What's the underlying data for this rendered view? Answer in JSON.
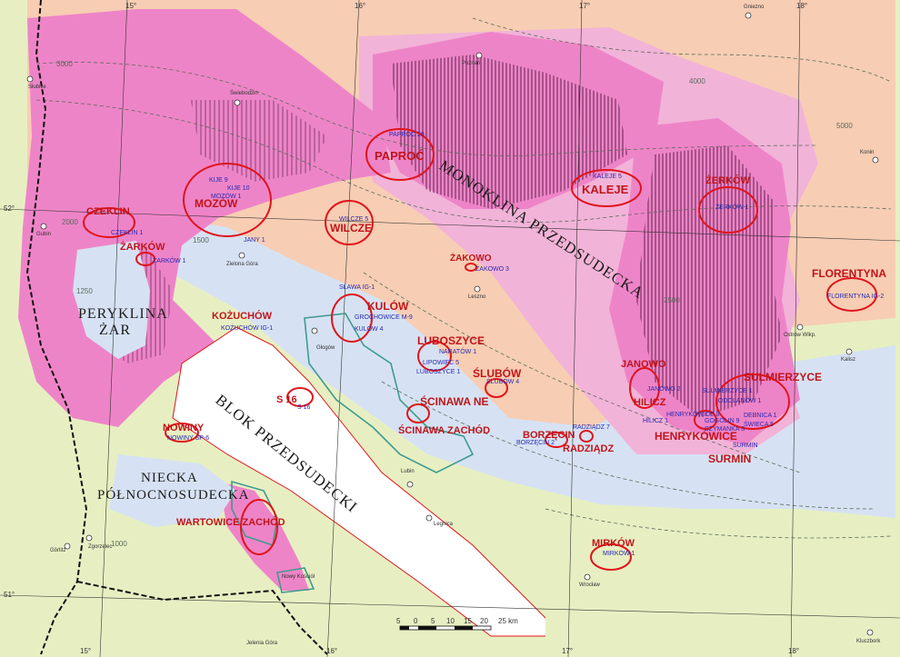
{
  "regions": [
    {
      "id": "monoklina",
      "text": "MONOKLINA PRZEDSUDECKA"
    },
    {
      "id": "blok",
      "text": "BLOK PRZEDSUDECKI"
    },
    {
      "id": "peryklina1",
      "text": "PERYKLINA"
    },
    {
      "id": "peryklina2",
      "text": "ŻAR"
    },
    {
      "id": "niecka1",
      "text": "NIECKA"
    },
    {
      "id": "niecka2",
      "text": "PÓŁNOCNOSUDECKA"
    }
  ],
  "fields": [
    {
      "name": "CZEKLIN",
      "well": "CZEKLIN 1"
    },
    {
      "name": "ŻARKÓW",
      "well": "ŻARKÓW 1"
    },
    {
      "name": "MOZÓW",
      "well": "MOZÓW 1"
    },
    {
      "name": "WILCZE",
      "well": "WILCZE 5"
    },
    {
      "name": "PAPROĆ",
      "well": "PAPROĆ 28"
    },
    {
      "name": "KALEJE",
      "well": "KALEJE 5"
    },
    {
      "name": "ŻERKÓW",
      "well": "ŻERKÓW 1"
    },
    {
      "name": "FLORENTYNA",
      "well": "FLORENTYNA IG-2"
    },
    {
      "name": "ŻAKOWO",
      "well": "ŻAKOWO 3"
    },
    {
      "name": "KOŻUCHÓW",
      "well": "KOŻUCHÓW IG-1"
    },
    {
      "name": "KULÓW",
      "well": "KULÓW 4"
    },
    {
      "name": "LUBOSZYCE",
      "well": "LUBOSZYCE 1"
    },
    {
      "name": "ŚLUBÓW",
      "well": "ŚLUBÓW 4"
    },
    {
      "name": "ŚCINAWA NE",
      "well": ""
    },
    {
      "name": "ŚCINAWA ZACHÓD",
      "well": ""
    },
    {
      "name": "JANOWO",
      "well": "JANOWO 2"
    },
    {
      "name": "HILICZ",
      "well": "HILICZ 1"
    },
    {
      "name": "SULMIERZYCE",
      "well": "SULMIERZYCE 1"
    },
    {
      "name": "HENRYKÓWICE",
      "well": "HENRYKÓWICE 8"
    },
    {
      "name": "SURMIN",
      "well": "SURMIN"
    },
    {
      "name": "BORZĘCIN",
      "well": "BORZĘCIN 2"
    },
    {
      "name": "RADZIĄDZ",
      "well": "RADZIĄDZ 7"
    },
    {
      "name": "S 16",
      "well": "S 16"
    },
    {
      "name": "NOWINY",
      "well": "NOWINY SP-6"
    },
    {
      "name": "WARTOWICE ZACHÓD",
      "well": ""
    },
    {
      "name": "MIRKÓW",
      "well": "MIRKÓW 1"
    }
  ],
  "wells_extra": [
    "KIJE 9",
    "KIJE 10",
    "JANY 1",
    "SŁAWA IG-1",
    "GROCHOWICE M-9",
    "NARATÓW 1",
    "LIPOWIEC 5",
    "ODOLANÓW 1",
    "DEBNICA 1",
    "ŚWIECA 5",
    "GOGOLIN 9",
    "SZYMANKA 3"
  ],
  "towns": [
    "Gniezno",
    "Poznań",
    "Konin",
    "Słubice",
    "Świebodzin",
    "Gubin",
    "Zielona Góra",
    "Leszno",
    "Ostrów Wlkp.",
    "Kalisz",
    "Głogów",
    "Lubin",
    "Legnica",
    "Wrocław",
    "Zgorzelec",
    "Görlitz",
    "Jelenia Góra",
    "Kluczbork",
    "Nowy Kościół"
  ],
  "coordinates": {
    "lon": [
      "15°",
      "16°",
      "17°",
      "18°"
    ],
    "lat": [
      "52°",
      "51°"
    ]
  },
  "isolines": [
    "3000",
    "2000",
    "1500",
    "1250",
    "1000",
    "4000",
    "5000",
    "2500"
  ],
  "scale_bar": {
    "ticks": [
      "5",
      "0",
      "5",
      "10",
      "15",
      "20",
      "25 km"
    ]
  },
  "colors": {
    "magenta": "#ee84c8",
    "pink": "#f2b3d8",
    "peach": "#f7cdb3",
    "yellowgreen": "#e7efc2",
    "lightblue": "#d6e2f3",
    "hatch": "#6a2a55",
    "red": "#e0141b",
    "teal": "#3e9b8f"
  }
}
